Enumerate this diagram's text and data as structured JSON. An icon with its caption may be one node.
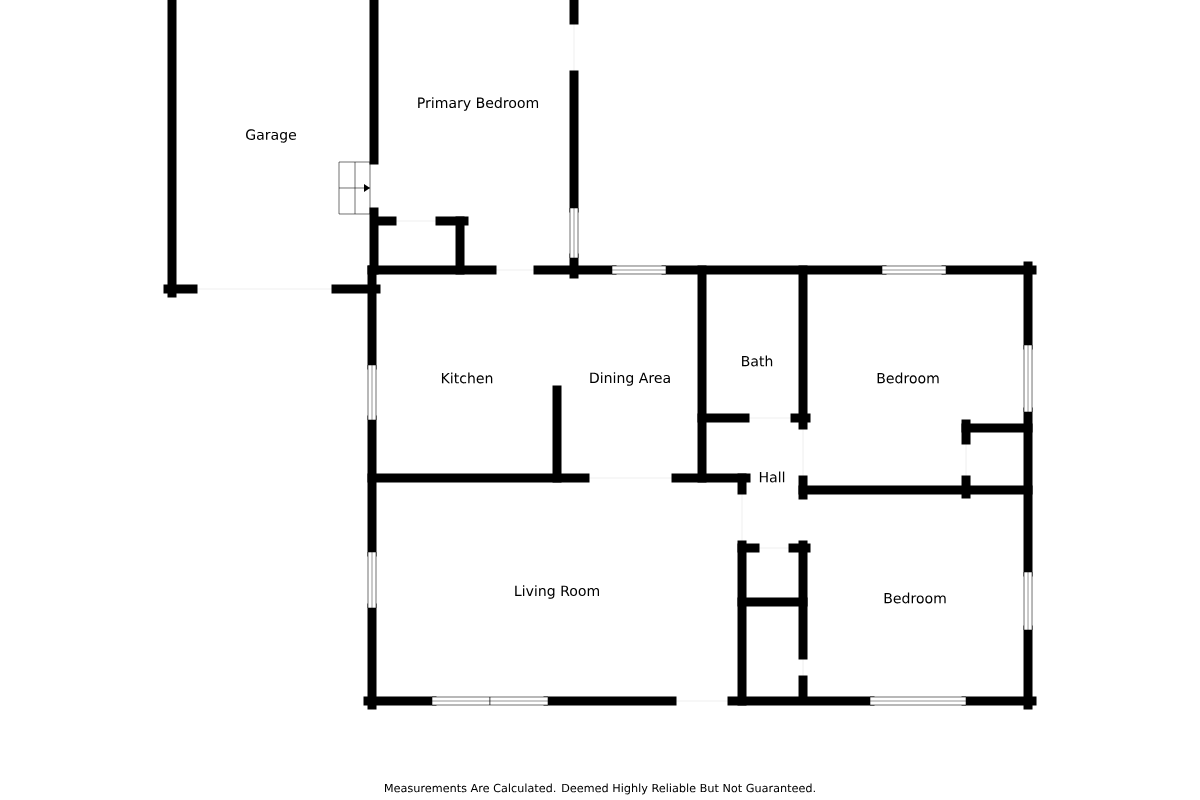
{
  "diagram": {
    "labels": [
      "Garage",
      "Primary Bedroom",
      "Kitchen",
      "Dining Area",
      "Bath",
      "Bedroom",
      "Hall",
      "Living Room",
      "Bedroom",
      "Measurements Are Calculated. Deemed Highly Reliable But Not Guaranteed."
    ]
  }
}
